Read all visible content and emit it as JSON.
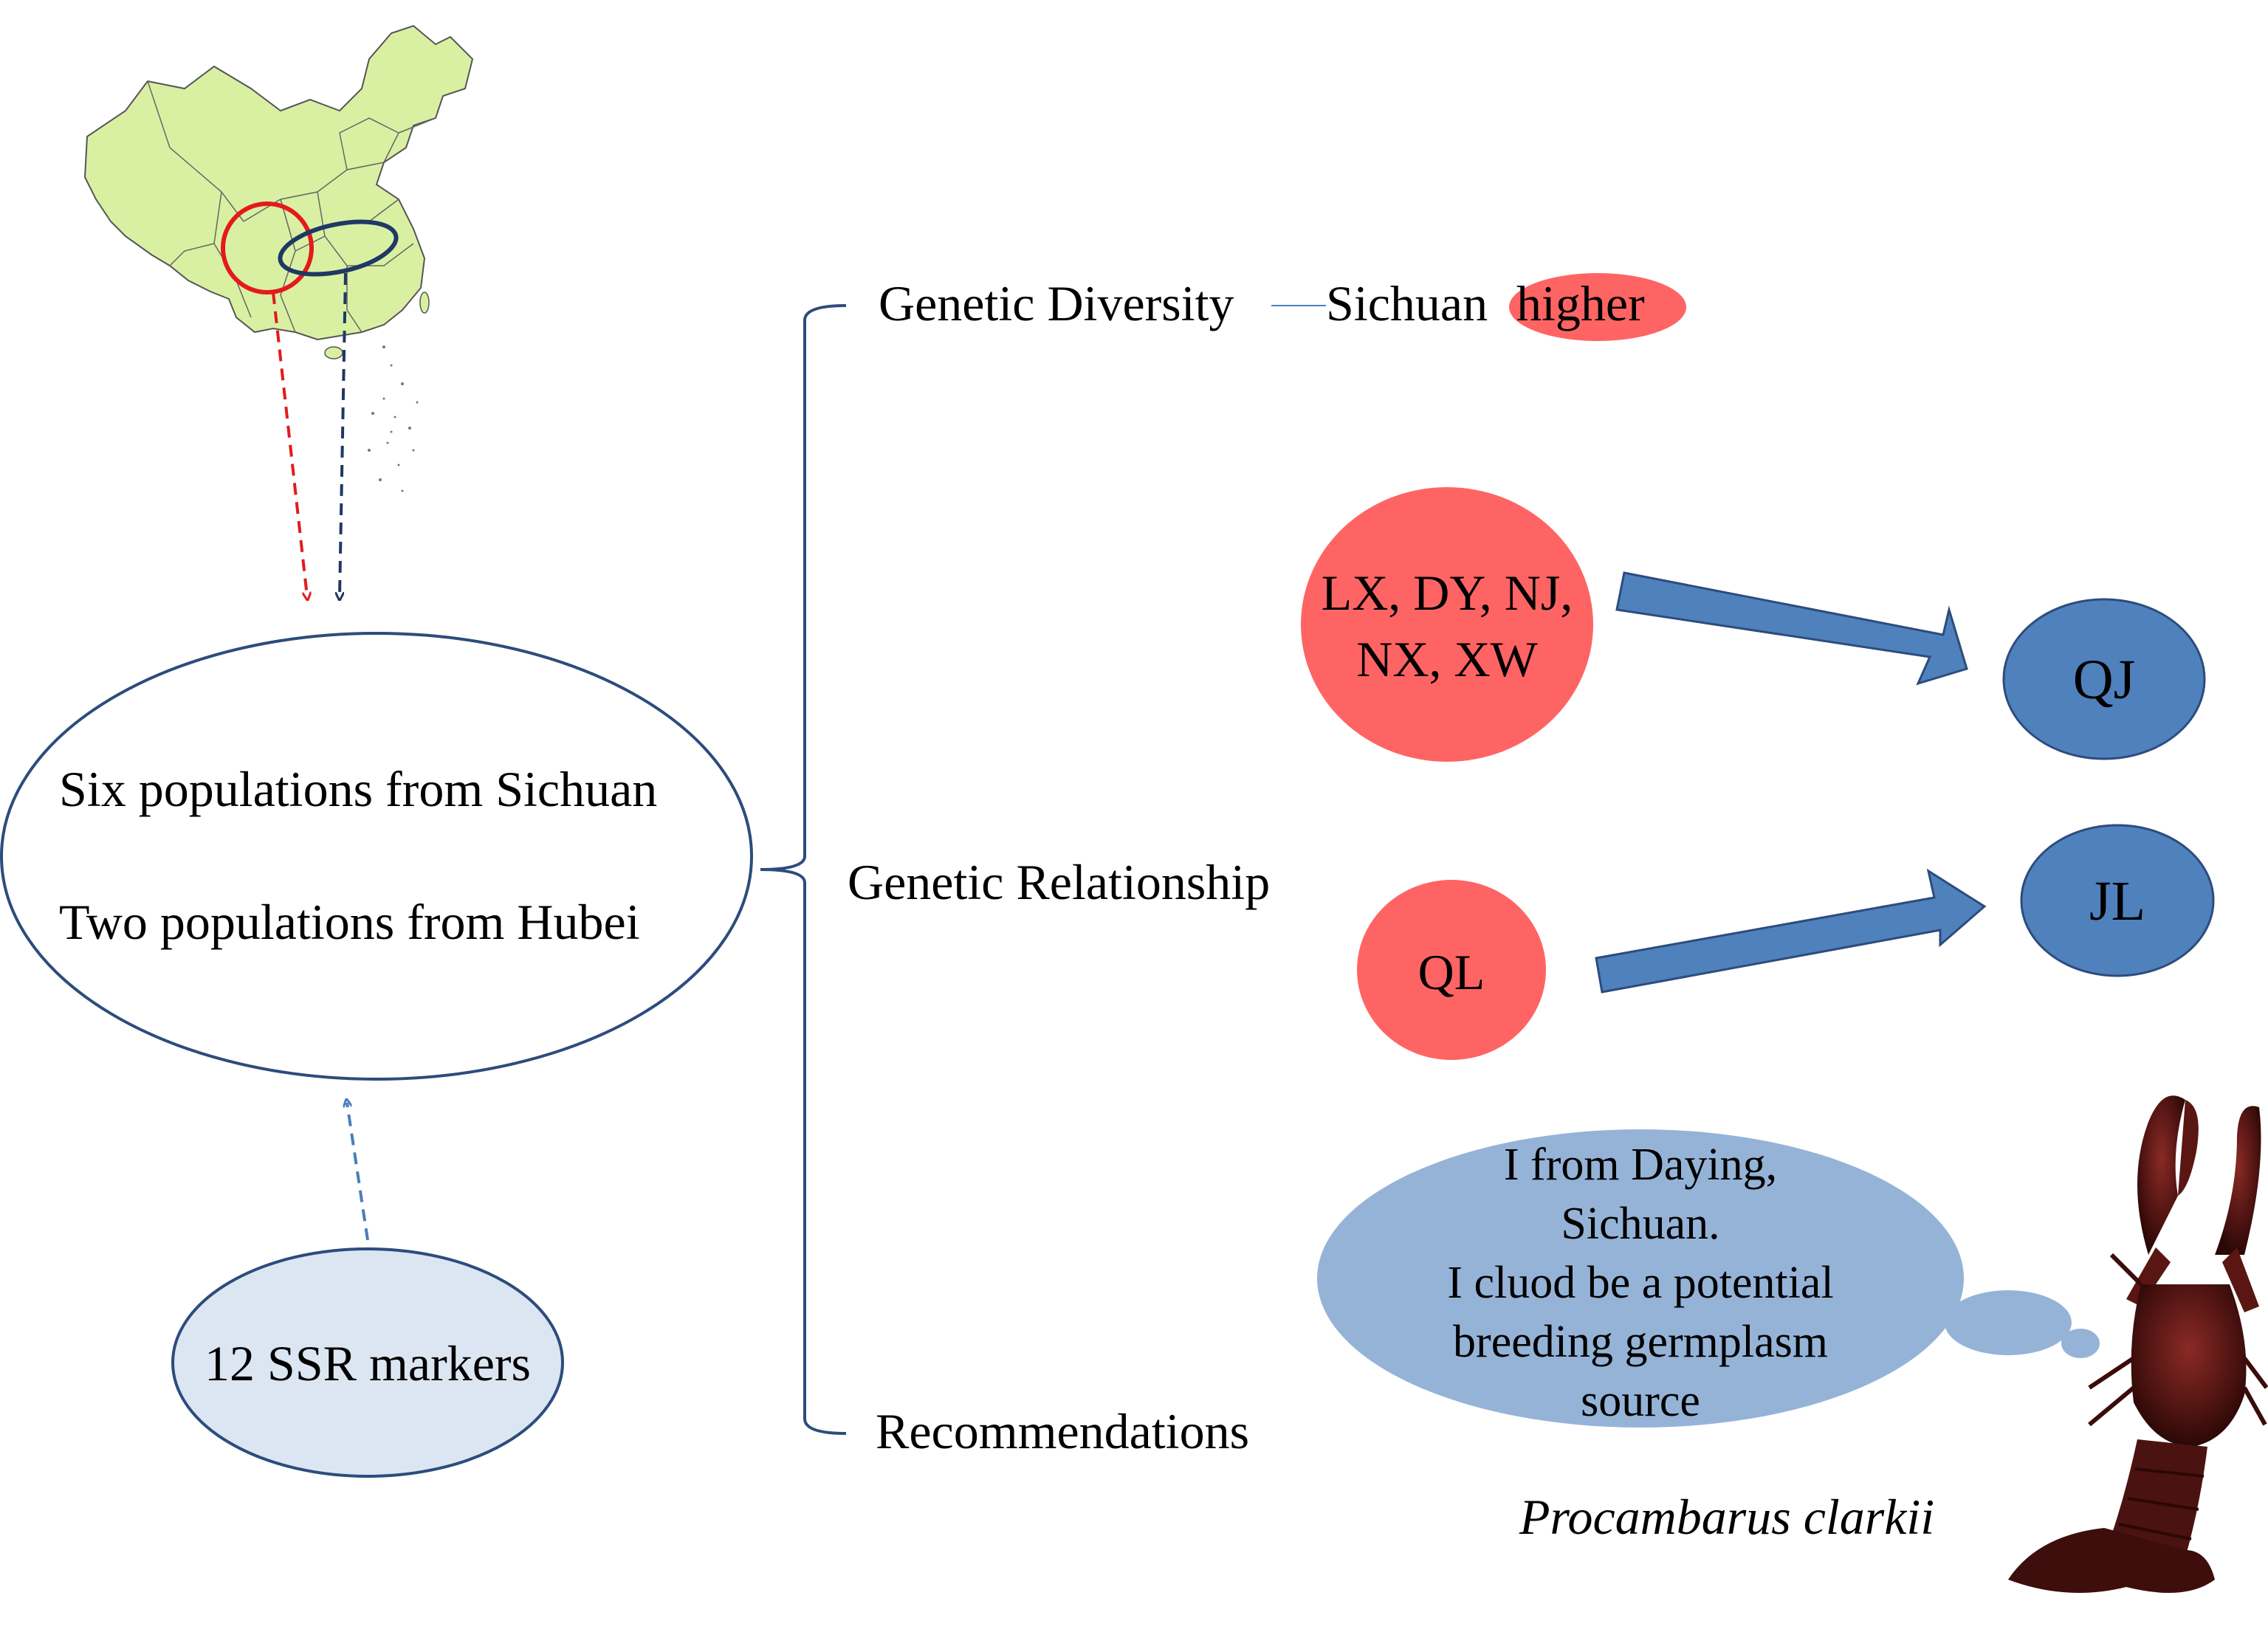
{
  "input": {
    "populations_line1": "Six populations from Sichuan",
    "populations_line2": "Two populations from Hubei",
    "markers": "12 SSR markers"
  },
  "branches": {
    "diversity": {
      "label": "Genetic Diversity",
      "region": "Sichuan",
      "result": "higher"
    },
    "relationship": {
      "label": "Genetic Relationship",
      "group1_line1": "LX, DY, NJ,",
      "group1_line2": "NX, XW",
      "target1": "QJ",
      "group2": "QL",
      "target2": "JL"
    },
    "recommendations": {
      "label": "Recommendations",
      "bubble_lines": [
        "I from Daying,",
        "Sichuan.",
        "I cluod be a potential",
        "breeding germplasm",
        "source"
      ],
      "species": "Procambarus clarkii"
    }
  },
  "colors": {
    "sichuan_red": "#ff6464",
    "hubei_blue": "#4f81bd",
    "outline_navy": "#2c4c7c",
    "bubble_blue": "#95b3d7",
    "marker_fill": "#dce6f2",
    "map_green": "#d9f0a3",
    "circle_red": "#e31a1c",
    "dash_red": "#e31a1c",
    "dash_navy": "#1f3864",
    "dash_blue": "#4a7ebb"
  },
  "icons": {
    "map": "china-map",
    "crayfish": "crayfish-photo"
  }
}
